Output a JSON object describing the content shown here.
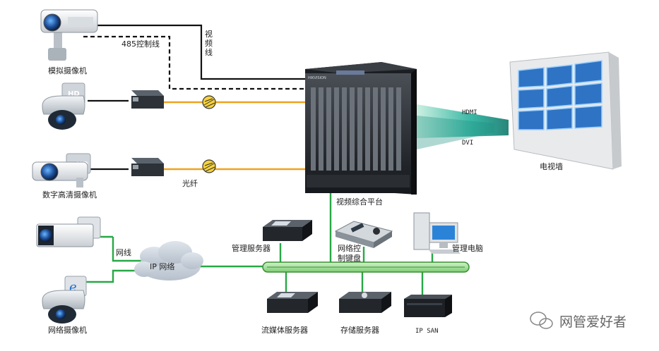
{
  "labels": {
    "analog_camera": "模拟摄像机",
    "control_485": "485控制线",
    "video_cable": "视频线",
    "hd_camera": "数字高清摄像机",
    "fiber": "光纤",
    "network_cable": "网线",
    "ip_network": "IP 网络",
    "network_camera": "网络摄像机",
    "platform": "视频综合平台",
    "hdmi": "HDMI",
    "dvi": "DVI",
    "video_wall": "电视墙",
    "mgmt_server": "管理服务器",
    "keyboard": "网络控制键盘",
    "mgmt_pc": "管理电脑",
    "streaming_server": "流媒体服务器",
    "storage_server": "存储服务器",
    "ip_san": "IP SAN",
    "watermark": "网管爱好者"
  },
  "badges": {
    "hd": "HD",
    "platform_brand": "HIKVISION"
  },
  "colors": {
    "fiber": "#f0a31e",
    "network": "#27a845",
    "bus_fill": "#a8e0a0",
    "wall_screen": "#2f73c4",
    "cable": "#111111"
  }
}
